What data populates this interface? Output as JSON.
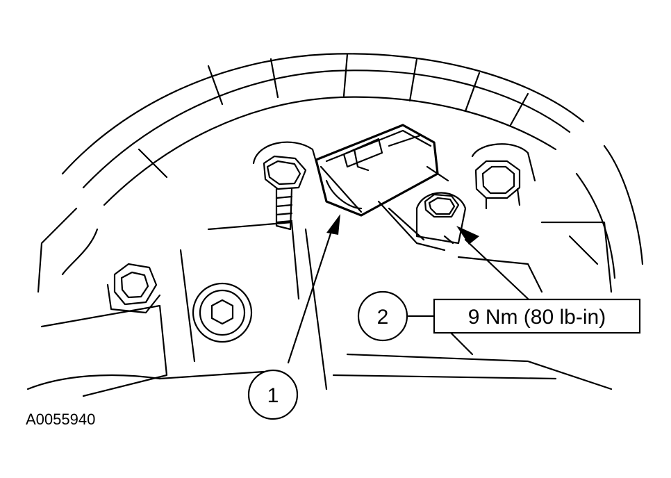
{
  "figure": {
    "id_label": "A0055940"
  },
  "callouts": [
    {
      "number": "1"
    },
    {
      "number": "2"
    }
  ],
  "torque_spec": "9 Nm (80 lb-in)"
}
